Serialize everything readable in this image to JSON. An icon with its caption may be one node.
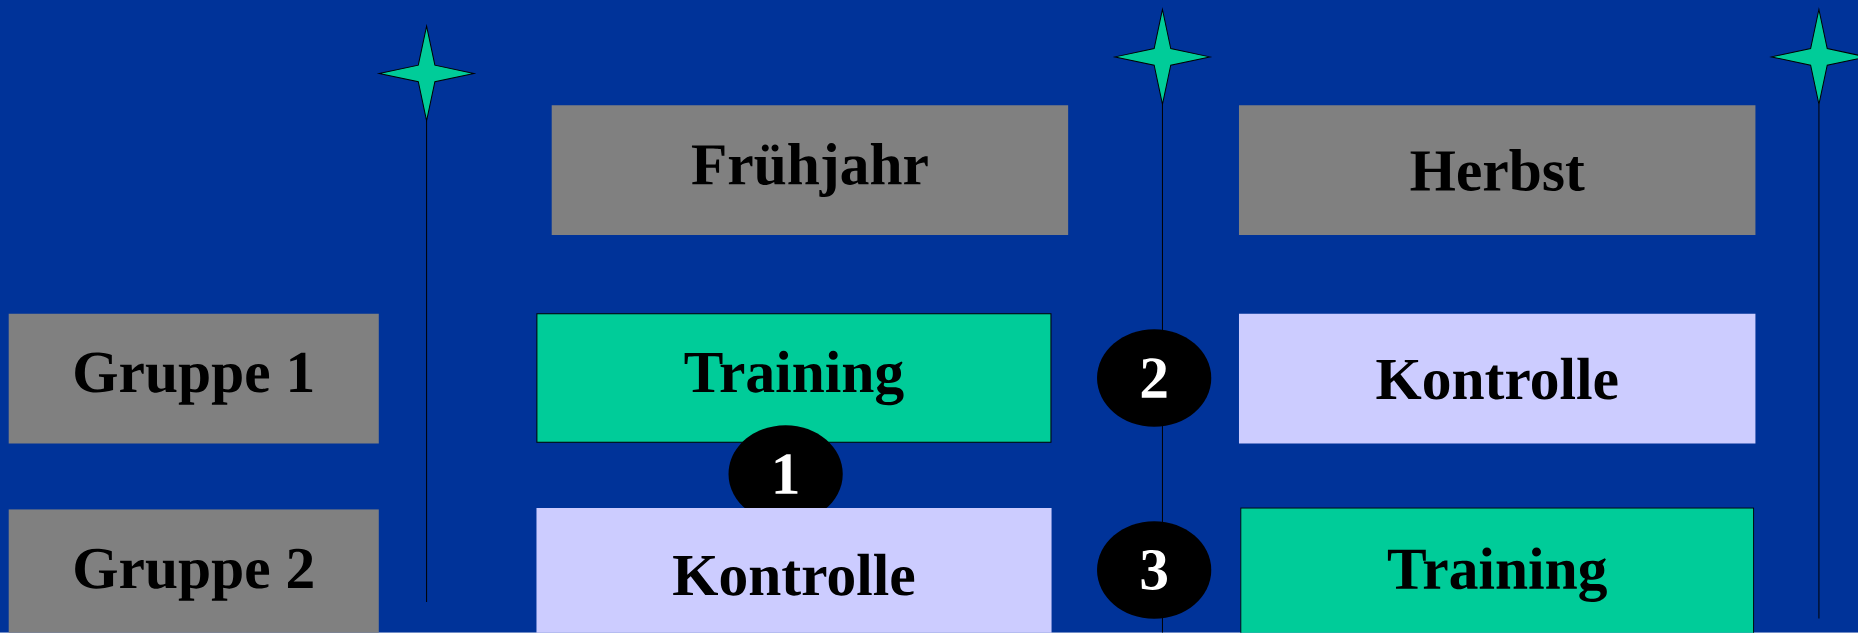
{
  "diagram": {
    "nodes": [
      {
        "text": [
          "Frühjahr"
        ]
      },
      {
        "text": [
          "Herbst"
        ]
      },
      {
        "text": [
          "Gruppe 1"
        ]
      },
      {
        "text": [
          "Training"
        ]
      },
      {
        "text": [
          "2"
        ]
      },
      {
        "text": [
          "Kontrolle"
        ]
      },
      {
        "text": [
          "1"
        ]
      },
      {
        "text": [
          "Gruppe 2"
        ]
      },
      {
        "text": [
          "Kontrolle"
        ]
      },
      {
        "text": [
          "3"
        ]
      },
      {
        "text": [
          "Training"
        ]
      }
    ]
  }
}
